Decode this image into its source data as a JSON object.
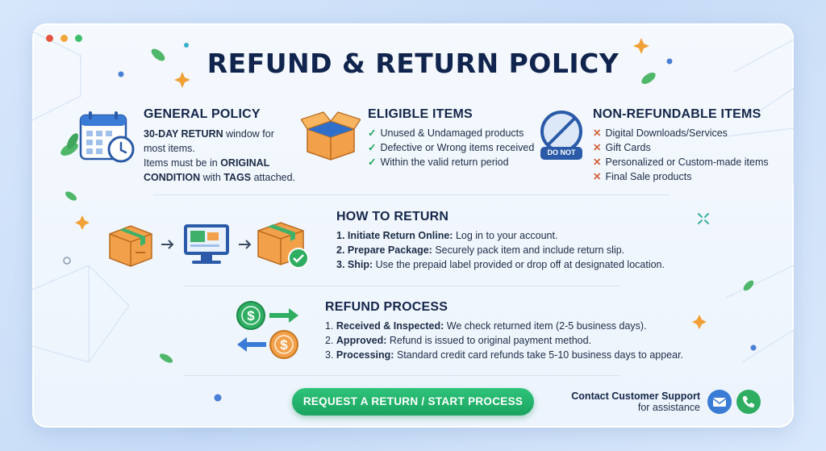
{
  "window": {
    "dots": [
      "#e5553d",
      "#f2a53a",
      "#3cbf6a"
    ]
  },
  "title": "REFUND & RETURN POLICY",
  "general": {
    "heading": "GENERAL POLICY",
    "line1_bold": "30-DAY RETURN",
    "line1_rest": " window for",
    "line2": "most items.",
    "line3_pre": "Items must be in ",
    "line3_bold": "ORIGINAL",
    "line4_bold1": "CONDITION",
    "line4_mid": " with ",
    "line4_bold2": "TAGS",
    "line4_rest": " attached."
  },
  "eligible": {
    "heading": "ELIGIBLE ITEMS",
    "items": [
      "Unused & Undamaged products",
      "Defective or Wrong items received",
      "Within the valid return period"
    ]
  },
  "nonref": {
    "heading": "NON-REFUNDABLE ITEMS",
    "badge": "DO NOT",
    "items": [
      "Digital Downloads/Services",
      "Gift Cards",
      "Personalized or Custom-made items",
      "Final Sale products"
    ]
  },
  "howto": {
    "heading": "HOW TO RETURN",
    "steps": [
      {
        "n": "1. ",
        "label": "Initiate Return Online:",
        "text": " Log in to your account."
      },
      {
        "n": "2. ",
        "label": "Prepare Package:",
        "text": " Securely pack item and include return slip."
      },
      {
        "n": "3. ",
        "label": "Ship:",
        "text": " Use the prepaid label provided or drop off at designated location."
      }
    ]
  },
  "refund": {
    "heading": "REFUND PROCESS",
    "steps": [
      {
        "n": "1. ",
        "label": "Received & Inspected:",
        "text": " We check returned item (2-5 business days)."
      },
      {
        "n": "2. ",
        "label": "Approved:",
        "text": " Refund is issued to original payment method."
      },
      {
        "n": "3. ",
        "label": "Processing:",
        "text": " Standard credit card refunds take 5-10 business days to appear."
      }
    ]
  },
  "cta": {
    "label": "REQUEST A RETURN / START PROCESS"
  },
  "support": {
    "line1": "Contact Customer Support",
    "line2": "for assistance"
  }
}
